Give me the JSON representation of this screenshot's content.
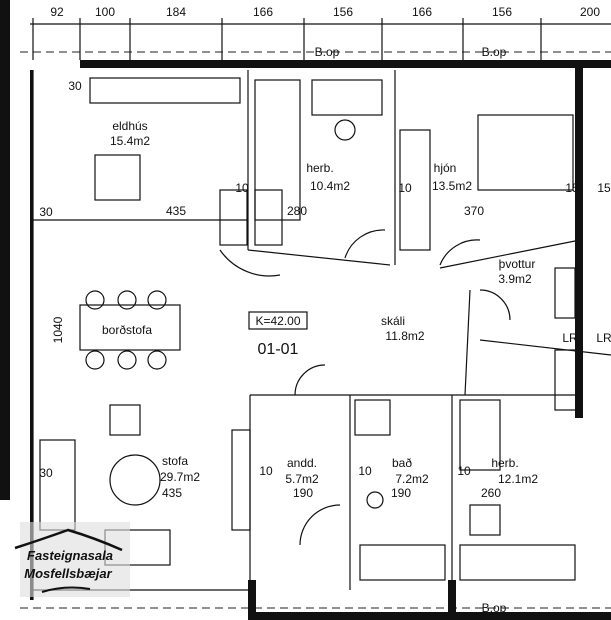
{
  "unit": {
    "code": "01-01",
    "ceiling_height": "K=42.00"
  },
  "rooms": [
    {
      "name": "eldhús",
      "area": "15.4m2"
    },
    {
      "name": "herb.",
      "area": "10.4m2"
    },
    {
      "name": "hjón",
      "area": "13.5m2"
    },
    {
      "name": "þvottur",
      "area": "3.9m2"
    },
    {
      "name": "borðstofa",
      "area": ""
    },
    {
      "name": "skáli",
      "area": "11.8m2"
    },
    {
      "name": "stofa",
      "area": "29.7m2"
    },
    {
      "name": "andd.",
      "area": "5.7m2"
    },
    {
      "name": "bað",
      "area": "7.2m2"
    },
    {
      "name": "herb.",
      "area": "12.1m2"
    }
  ],
  "top_dimensions": [
    "92",
    "100",
    "184",
    "166",
    "156",
    "166",
    "156",
    "200"
  ],
  "dimensions": [
    "30",
    "435",
    "280",
    "370",
    "30",
    "1040",
    "30",
    "435",
    "190",
    "190",
    "260",
    "10",
    "10",
    "15",
    "15",
    "10",
    "10",
    "10"
  ],
  "window_labels": [
    "B.op",
    "B.op",
    "B.op"
  ],
  "other_labels": [
    "LR",
    "LR"
  ],
  "logo": {
    "line1": "Fasteignasala",
    "line2": "Mosfellsbæjar"
  }
}
